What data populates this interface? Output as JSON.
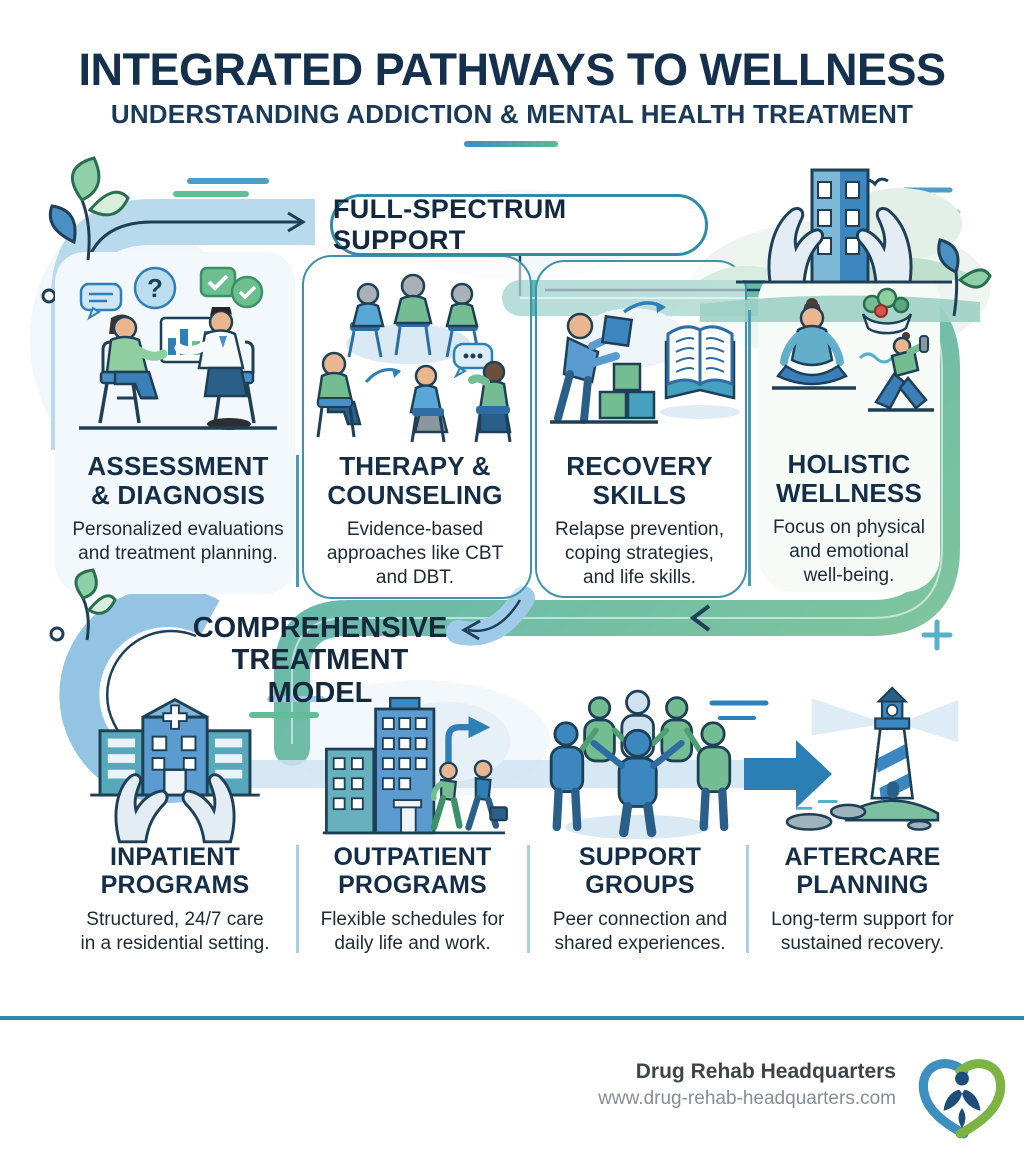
{
  "header": {
    "title": "INTEGRATED PATHWAYS TO WELLNESS",
    "subtitle": "UNDERSTANDING ADDICTION & MENTAL HEALTH TREATMENT"
  },
  "banner": {
    "label": "FULL-SPECTRUM SUPPORT"
  },
  "top_sections": [
    {
      "id": "assessment",
      "icon": "counseling-session-icon",
      "title": "ASSESSMENT\n& DIAGNOSIS",
      "description": "Personalized evaluations\nand treatment planning."
    },
    {
      "id": "therapy",
      "icon": "group-therapy-icon",
      "title": "THERAPY &\nCOUNSELING",
      "description": "Evidence-based\napproaches like CBT\nand DBT."
    },
    {
      "id": "recovery",
      "icon": "skills-building-icon",
      "title": "RECOVERY\nSKILLS",
      "description": "Relapse prevention,\ncoping strategies,\nand life skills."
    },
    {
      "id": "holistic",
      "icon": "wellness-yoga-icon",
      "title": "HOLISTIC\nWELLNESS",
      "description": "Focus on physical\nand emotional\nwell-being."
    }
  ],
  "model_label": "COMPREHENSIVE\nTREATMENT MODEL",
  "bottom_sections": [
    {
      "id": "inpatient",
      "icon": "hospital-in-hands-icon",
      "title": "INPATIENT\nPROGRAMS",
      "description": "Structured, 24/7 care\nin a residential setting."
    },
    {
      "id": "outpatient",
      "icon": "city-commute-icon",
      "title": "OUTPATIENT\nPROGRAMS",
      "description": "Flexible schedules for\ndaily life and work."
    },
    {
      "id": "support",
      "icon": "support-circle-icon",
      "title": "SUPPORT\nGROUPS",
      "description": "Peer connection and\nshared experiences."
    },
    {
      "id": "aftercare",
      "icon": "lighthouse-icon",
      "title": "AFTERCARE\nPLANNING",
      "description": "Long-term support for\nsustained recovery."
    }
  ],
  "footer": {
    "brand": "Drug Rehab Headquarters",
    "website": "www.drug-rehab-headquarters.com",
    "logo": "heart-care-logo-icon"
  },
  "colors": {
    "navy_text": "#14304d",
    "teal_border": "#2f8ca8",
    "light_blue_ribbon": "#b9d9ec",
    "green_ribbon": "#7fc2a3",
    "accent_blue": "#2e7fb5",
    "accent_green": "#6cbf8e",
    "divider": "#a9cfe3",
    "footer_rule": "#2a8bac",
    "brand_text": "#3f4449",
    "url_text": "#848e96",
    "logo_blue": "#3e8fc0",
    "logo_green": "#7cb342"
  }
}
